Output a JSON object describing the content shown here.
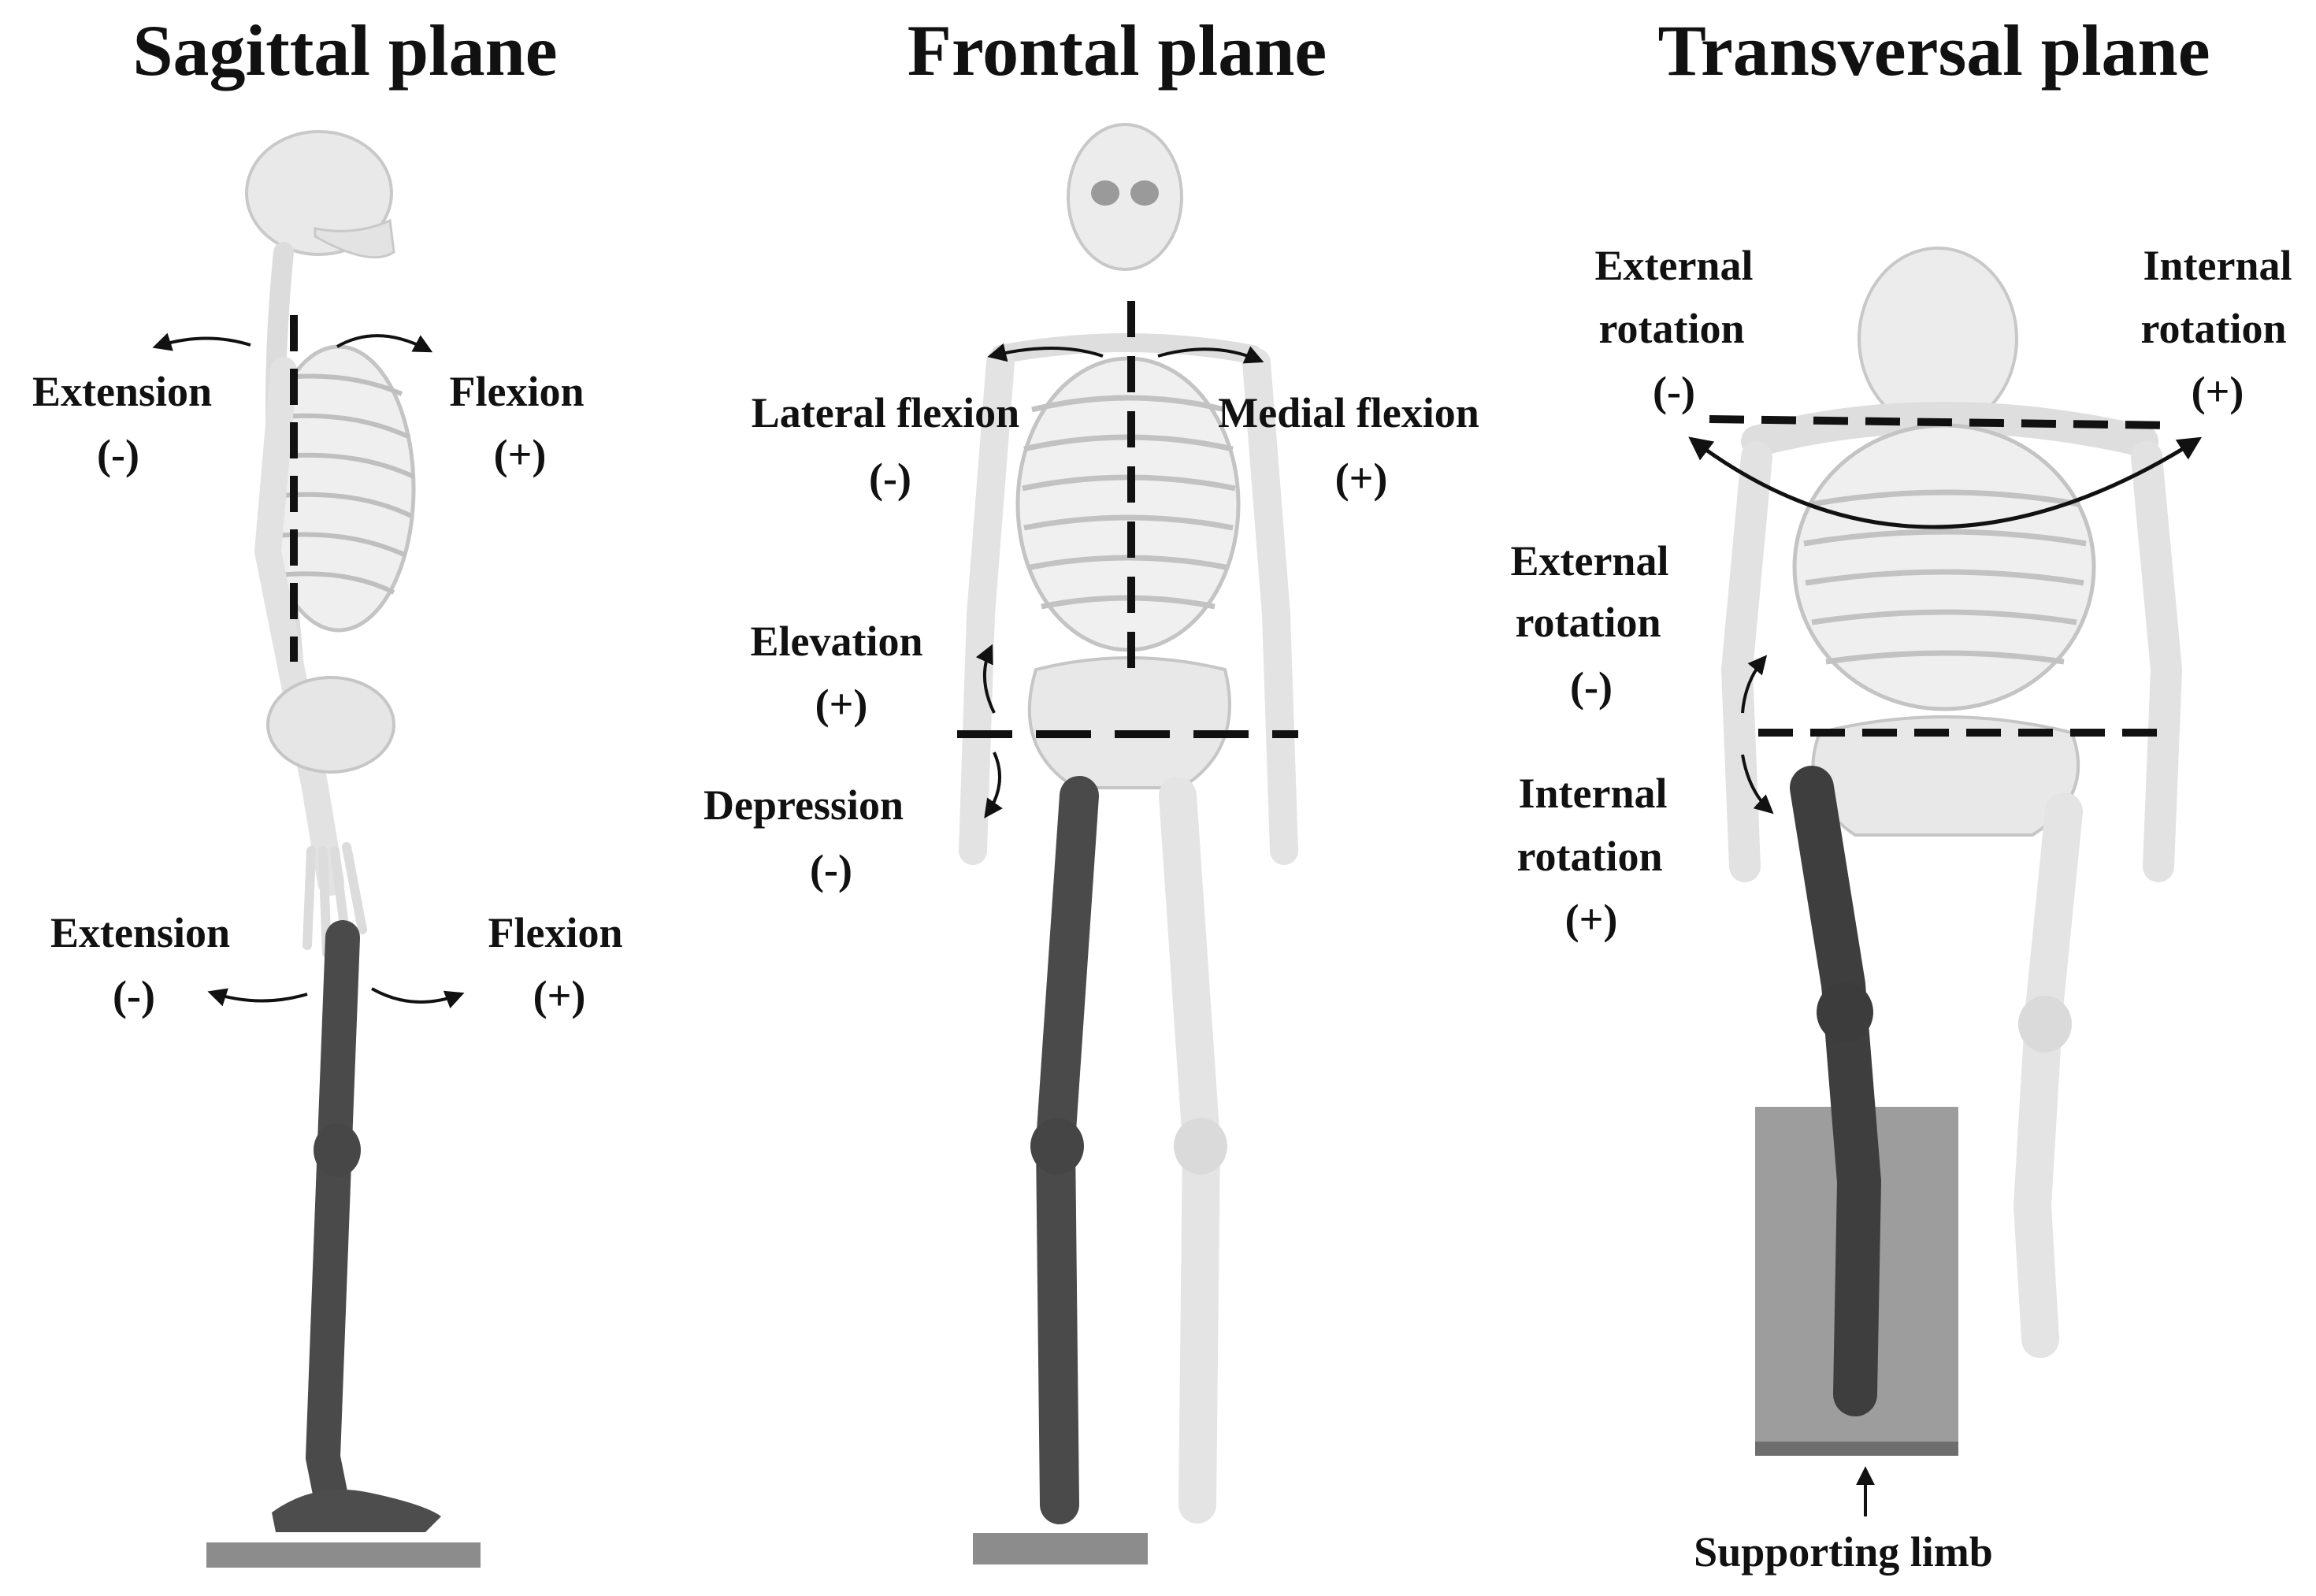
{
  "panels": [
    {
      "title": "Sagittal plane",
      "labels": {
        "upper_left": [
          "Extension",
          "(-)"
        ],
        "upper_right": [
          "Flexion",
          "(+)"
        ],
        "lower_left": [
          "Extension",
          "(-)"
        ],
        "lower_right": [
          "Flexion",
          "(+)"
        ]
      }
    },
    {
      "title": "Frontal plane",
      "labels": {
        "upper_left": [
          "Lateral flexion",
          "(-)"
        ],
        "upper_right": [
          "Medial flexion",
          "(+)"
        ],
        "lower_up": [
          "Elevation",
          "(+)"
        ],
        "lower_down": [
          "Depression",
          "(-)"
        ]
      }
    },
    {
      "title": "Transversal plane",
      "labels": {
        "upper_left": [
          "External",
          "rotation",
          "(-)"
        ],
        "upper_right": [
          "Internal",
          "rotation",
          "(+)"
        ],
        "lower_up": [
          "External",
          "rotation",
          "(-)"
        ],
        "lower_down": [
          "Internal",
          "rotation",
          "(+)"
        ]
      },
      "support_label": "Supporting limb"
    }
  ],
  "colors": {
    "bone": "#e9e9e9",
    "bone_shadow": "#c9c9c9",
    "supporting_limb": "#4a4a4a",
    "platform": "#8c8c8c",
    "support_box": "#9d9d9d",
    "axis_line": "#111111"
  }
}
